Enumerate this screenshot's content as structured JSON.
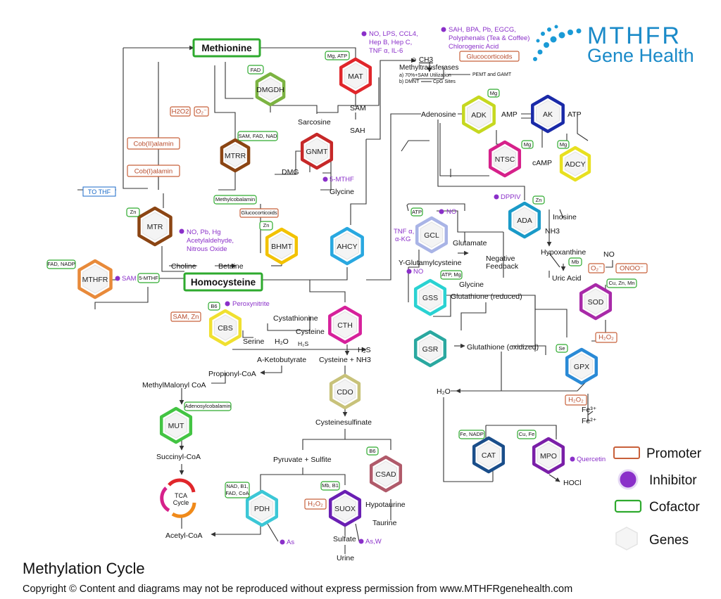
{
  "brand": {
    "line1": "MTHFR",
    "line2": "Gene Health"
  },
  "title": "Methylation Cycle",
  "copyright": "Copyright © Content and diagrams may not be reproduced without express permission from www.MTHFRgenehealth.com",
  "legend": {
    "promoter": "Promoter",
    "inhibitor": "Inhibitor",
    "cofactor": "Cofactor",
    "genes": "Genes"
  },
  "colors": {
    "promoter": "#c8603a",
    "inhibitor": "#8a2fc9",
    "cofactor": "#2eaa2e",
    "line": "#333333"
  },
  "genes": [
    {
      "id": "mat",
      "label": "MAT",
      "color": "#e0262b"
    },
    {
      "id": "dmgdh",
      "label": "DMGDH",
      "color": "#7cb342"
    },
    {
      "id": "gnmt",
      "label": "GNMT",
      "color": "#c62828"
    },
    {
      "id": "mtrr",
      "label": "MTRR",
      "color": "#8b4513"
    },
    {
      "id": "mtr",
      "label": "MTR",
      "color": "#8b4513"
    },
    {
      "id": "bhmt",
      "label": "BHMT",
      "color": "#f2c200"
    },
    {
      "id": "ahcy",
      "label": "AHCY",
      "color": "#29a8e0"
    },
    {
      "id": "mthfr",
      "label": "MTHFR",
      "color": "#e88a3a"
    },
    {
      "id": "cbs",
      "label": "CBS",
      "color": "#f0e030"
    },
    {
      "id": "cth",
      "label": "CTH",
      "color": "#d6219b"
    },
    {
      "id": "cdo",
      "label": "CDO",
      "color": "#c8c27a"
    },
    {
      "id": "mut",
      "label": "MUT",
      "color": "#43c443"
    },
    {
      "id": "pdh",
      "label": "PDH",
      "color": "#3cc7d6"
    },
    {
      "id": "suox",
      "label": "SUOX",
      "color": "#6a1fb3"
    },
    {
      "id": "csad",
      "label": "CSAD",
      "color": "#b05a6a"
    },
    {
      "id": "adk",
      "label": "ADK",
      "color": "#c6d820"
    },
    {
      "id": "ak",
      "label": "AK",
      "color": "#1a2aa8"
    },
    {
      "id": "ntsc",
      "label": "NTSC",
      "color": "#d6218a"
    },
    {
      "id": "adcy",
      "label": "ADCY",
      "color": "#e8e020"
    },
    {
      "id": "ada",
      "label": "ADA",
      "color": "#1a9ac8"
    },
    {
      "id": "gcl",
      "label": "GCL",
      "color": "#a9b4e6"
    },
    {
      "id": "gss",
      "label": "GSS",
      "color": "#2ad2d2"
    },
    {
      "id": "gsr",
      "label": "GSR",
      "color": "#2aa8a0"
    },
    {
      "id": "sod",
      "label": "SOD",
      "color": "#a82aa8"
    },
    {
      "id": "gpx",
      "label": "GPX",
      "color": "#2a8ad6"
    },
    {
      "id": "cat",
      "label": "CAT",
      "color": "#1a4e8a"
    },
    {
      "id": "mpo",
      "label": "MPO",
      "color": "#7a1fa8"
    }
  ],
  "metabolites": {
    "methionine": "Methionine",
    "homocysteine": "Homocysteine",
    "sam": "SAM",
    "sah": "SAH",
    "sarcosine": "Sarcosine",
    "glycine": "Glycine",
    "dmg": "DMG",
    "choline": "Choline",
    "betaine": "Betaine",
    "to_thf": "TO THF",
    "ch3": "CH3",
    "methyltransferases": "Methyltransferases",
    "mt_a": "a) 70%+SAM Utilization",
    "mt_pemt": "PEMT and GAMT",
    "mt_b": "b) DMNT",
    "mt_cpg": "CpG Sites",
    "adenosine": "Adenosine",
    "amp": "AMP",
    "atp": "ATP",
    "camp": "cAMP",
    "inosine": "Inosine",
    "nh3": "NH3",
    "hypoxanthine": "Hypoxanthine",
    "uric_acid": "Uric Acid",
    "no": "NO",
    "glutamate": "Glutamate",
    "negative_feedback_1": "Negative",
    "negative_feedback_2": "Feedback",
    "y_glu": "Y-Glutamylcysteine",
    "glycine2": "Glycine",
    "gsh_reduced": "Glutathione (reduced)",
    "gsh_oxidized": "Glutathione (oxidized)",
    "h2o": "H₂O",
    "fe3": "Fe³⁺",
    "fe2": "Fe²⁺",
    "hocl": "HOCl",
    "cystathionine": "Cystathionine",
    "cysteine": "Cysteine",
    "h2s_small": "H₂S",
    "serine": "Serine",
    "h2o_small": "H₂O",
    "h2s": "H₂S",
    "a_keto": "A-Ketobutyrate",
    "cys_nh3": "Cysteine + NH3",
    "propionyl": "Propionyl-CoA",
    "methylmalonyl": "MethylMalonyl CoA",
    "succinyl": "Succinyl-CoA",
    "tca": "TCA",
    "tca2": "Cycle",
    "acetyl": "Acetyl-CoA",
    "cysteinesulfinate": "Cysteinesulfinate",
    "pyruvate": "Pyruvate + Sulfite",
    "hypotaurine": "Hypotaurine",
    "taurine": "Taurine",
    "sulfate": "Sulfate",
    "urine": "Urine"
  },
  "cofactors": {
    "mat": "Mg, ATP",
    "dmgdh": "FAD",
    "mtrr": "SAM, FAD, NAD",
    "methylcobalamin": "Methylcobalamin",
    "mtr_zn": "Zn",
    "bhmt_zn": "Zn",
    "mthfr": "FAD, NADP",
    "five_mthf": "5-MTHF",
    "cbs_b6": "B6",
    "adenosylcobalamin": "Adenosylcobalamin",
    "pdh": [
      "NAD, B1,",
      "FAD, CoA"
    ],
    "suox": "Mb, B1",
    "csad_b6": "B6",
    "adk_mg": "Mg",
    "ntsc_mg": "Mg",
    "adcy_mg": "Mg",
    "ada_zn": "Zn",
    "gcl_atp": "ATP",
    "gss": "ATP, Mg",
    "mb": "Mb",
    "sod": "Cu, Zn, Mn",
    "gpx_se": "Se",
    "cat": "Fe, NADP",
    "mpo": "Cu, Fe"
  },
  "promoters": {
    "glucocorticoids_top": "Glucocorticoids",
    "h2o2_mtrr": "H2O2",
    "o2_mtrr": "O₂⁻",
    "cob2": "Cob(II)alamin",
    "cob1": "Cob(I)alamin",
    "glucocorticoids_bhmt": "Glucocorticoids",
    "sam_zn": "SAM, Zn",
    "h2o2_suox": "H₂O₂",
    "o2_sod": "O₂⁻",
    "onoo": "ONOO⁻",
    "h2o2_sod": "H₂O₂",
    "h2o2_mpo": "H₂O₂"
  },
  "inhibitors": {
    "mat": [
      "NO, LPS, CCL4,",
      "Hep B, Hep C,",
      "TNF α, IL-6"
    ],
    "top": [
      "SAH, BPA, Pb, EGCG,",
      "Polyphenals (Tea & Coffee)",
      "Chlorogenic Acid"
    ],
    "gnmt": "5-MTHF",
    "mtr": [
      "NO, Pb, Hg",
      "Acetylaldehyde,",
      "Nitrous Oxide"
    ],
    "mthfr": "SAM",
    "cbs": "Peroxynitrite",
    "dppiv": "DPPIV",
    "gcl_no": "NO",
    "gcl_tnf": [
      "TNF α,",
      "α-KG"
    ],
    "gss_no": "NO",
    "mpo": "Quercetin",
    "pdh": "As",
    "suox": "As,W"
  }
}
